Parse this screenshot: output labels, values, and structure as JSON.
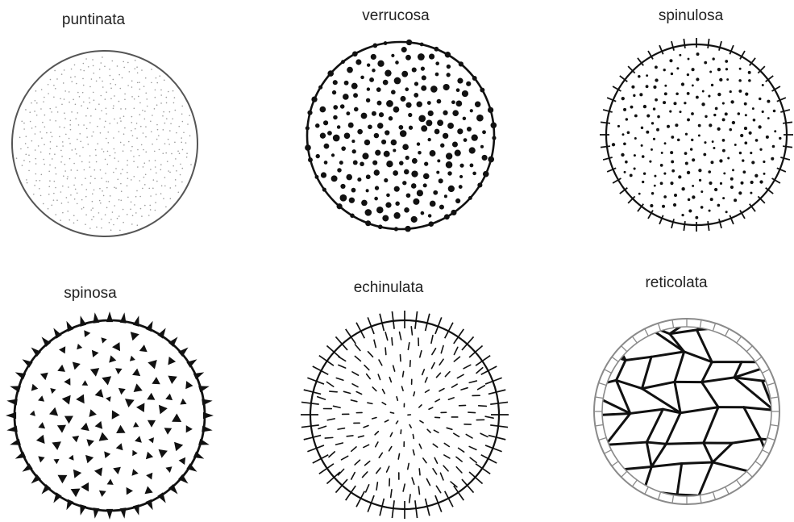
{
  "labels": [
    "puntinata",
    "verrucosa",
    "spinulosa",
    "spinosa",
    "echinulata",
    "reticolata"
  ],
  "colors": {
    "ink": "#111111",
    "outline_light": "#555555",
    "stipple": "#9a9a9a",
    "double_ring": "#8a8a8a"
  },
  "spores": [
    {
      "name": "puntinata",
      "ornament": "fine-stipple"
    },
    {
      "name": "verrucosa",
      "ornament": "warts"
    },
    {
      "name": "spinulosa",
      "ornament": "small-spines"
    },
    {
      "name": "spinosa",
      "ornament": "spines"
    },
    {
      "name": "echinulata",
      "ornament": "needle-spines"
    },
    {
      "name": "reticolata",
      "ornament": "reticulum"
    }
  ]
}
